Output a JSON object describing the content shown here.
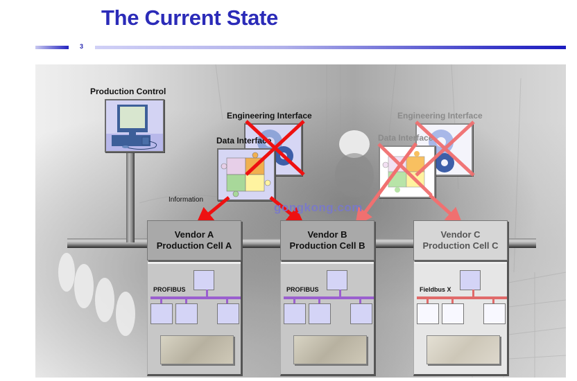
{
  "slide": {
    "title": "The Current State",
    "page_number": "3"
  },
  "diagram": {
    "production_control": {
      "label": "Production Control",
      "icon": "computer-icon"
    },
    "interfaces_active": {
      "engineering_label": "Engineering Interface",
      "data_label": "Data Interface",
      "engineering_icon": "gears-icon",
      "data_icon": "puzzle-icon",
      "engineering_crossed": true
    },
    "interfaces_faded": {
      "engineering_label": "Engineering Interface",
      "data_label": "Data Interface",
      "engineering_crossed": true,
      "data_crossed": true
    },
    "information_label": "Information",
    "watermark": "gongkong.com",
    "vendors": [
      {
        "name": "Vendor A",
        "cell": "Production Cell A",
        "bus": "PROFIBUS",
        "bus_color": "#9a5fcf"
      },
      {
        "name": "Vendor B",
        "cell": "Production Cell B",
        "bus": "PROFIBUS",
        "bus_color": "#9a5fcf"
      },
      {
        "name": "Vendor C",
        "cell": "Production Cell C",
        "bus": "Fieldbus X",
        "bus_color": "#e06a6a"
      }
    ],
    "colors": {
      "title": "#2b2bb8",
      "cross_red": "#ee1111",
      "cross_faded": "#f07070",
      "icon_bg": "#d6d6f4"
    }
  }
}
